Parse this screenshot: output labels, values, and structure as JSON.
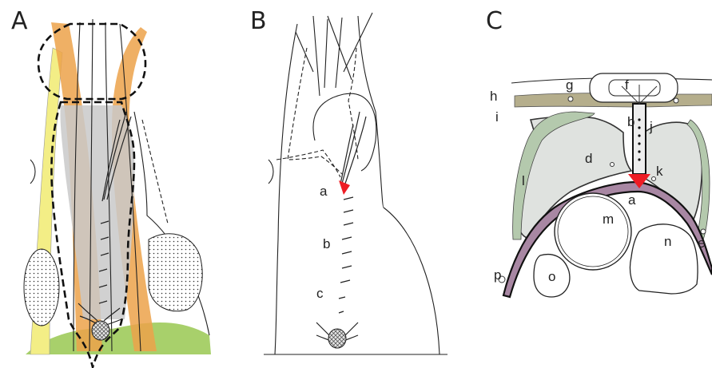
{
  "panels": [
    {
      "letter": "A"
    },
    {
      "letter": "B",
      "labels": [
        "a",
        "b",
        "c"
      ]
    },
    {
      "letter": "C",
      "labels": [
        "a",
        "b",
        "d",
        "e",
        "f",
        "g",
        "h",
        "i",
        "j",
        "k",
        "l",
        "m",
        "n",
        "o",
        "p"
      ]
    }
  ],
  "colors": {
    "yellow": "#f3ee86",
    "orange": "#eca24a",
    "grey": "#c9c9c9",
    "green": "#9fcb5b",
    "red": "#ee1c24",
    "bone": "#dfe2df",
    "periosteum": "#b4c9ad",
    "mucosa": "#a887a3"
  }
}
